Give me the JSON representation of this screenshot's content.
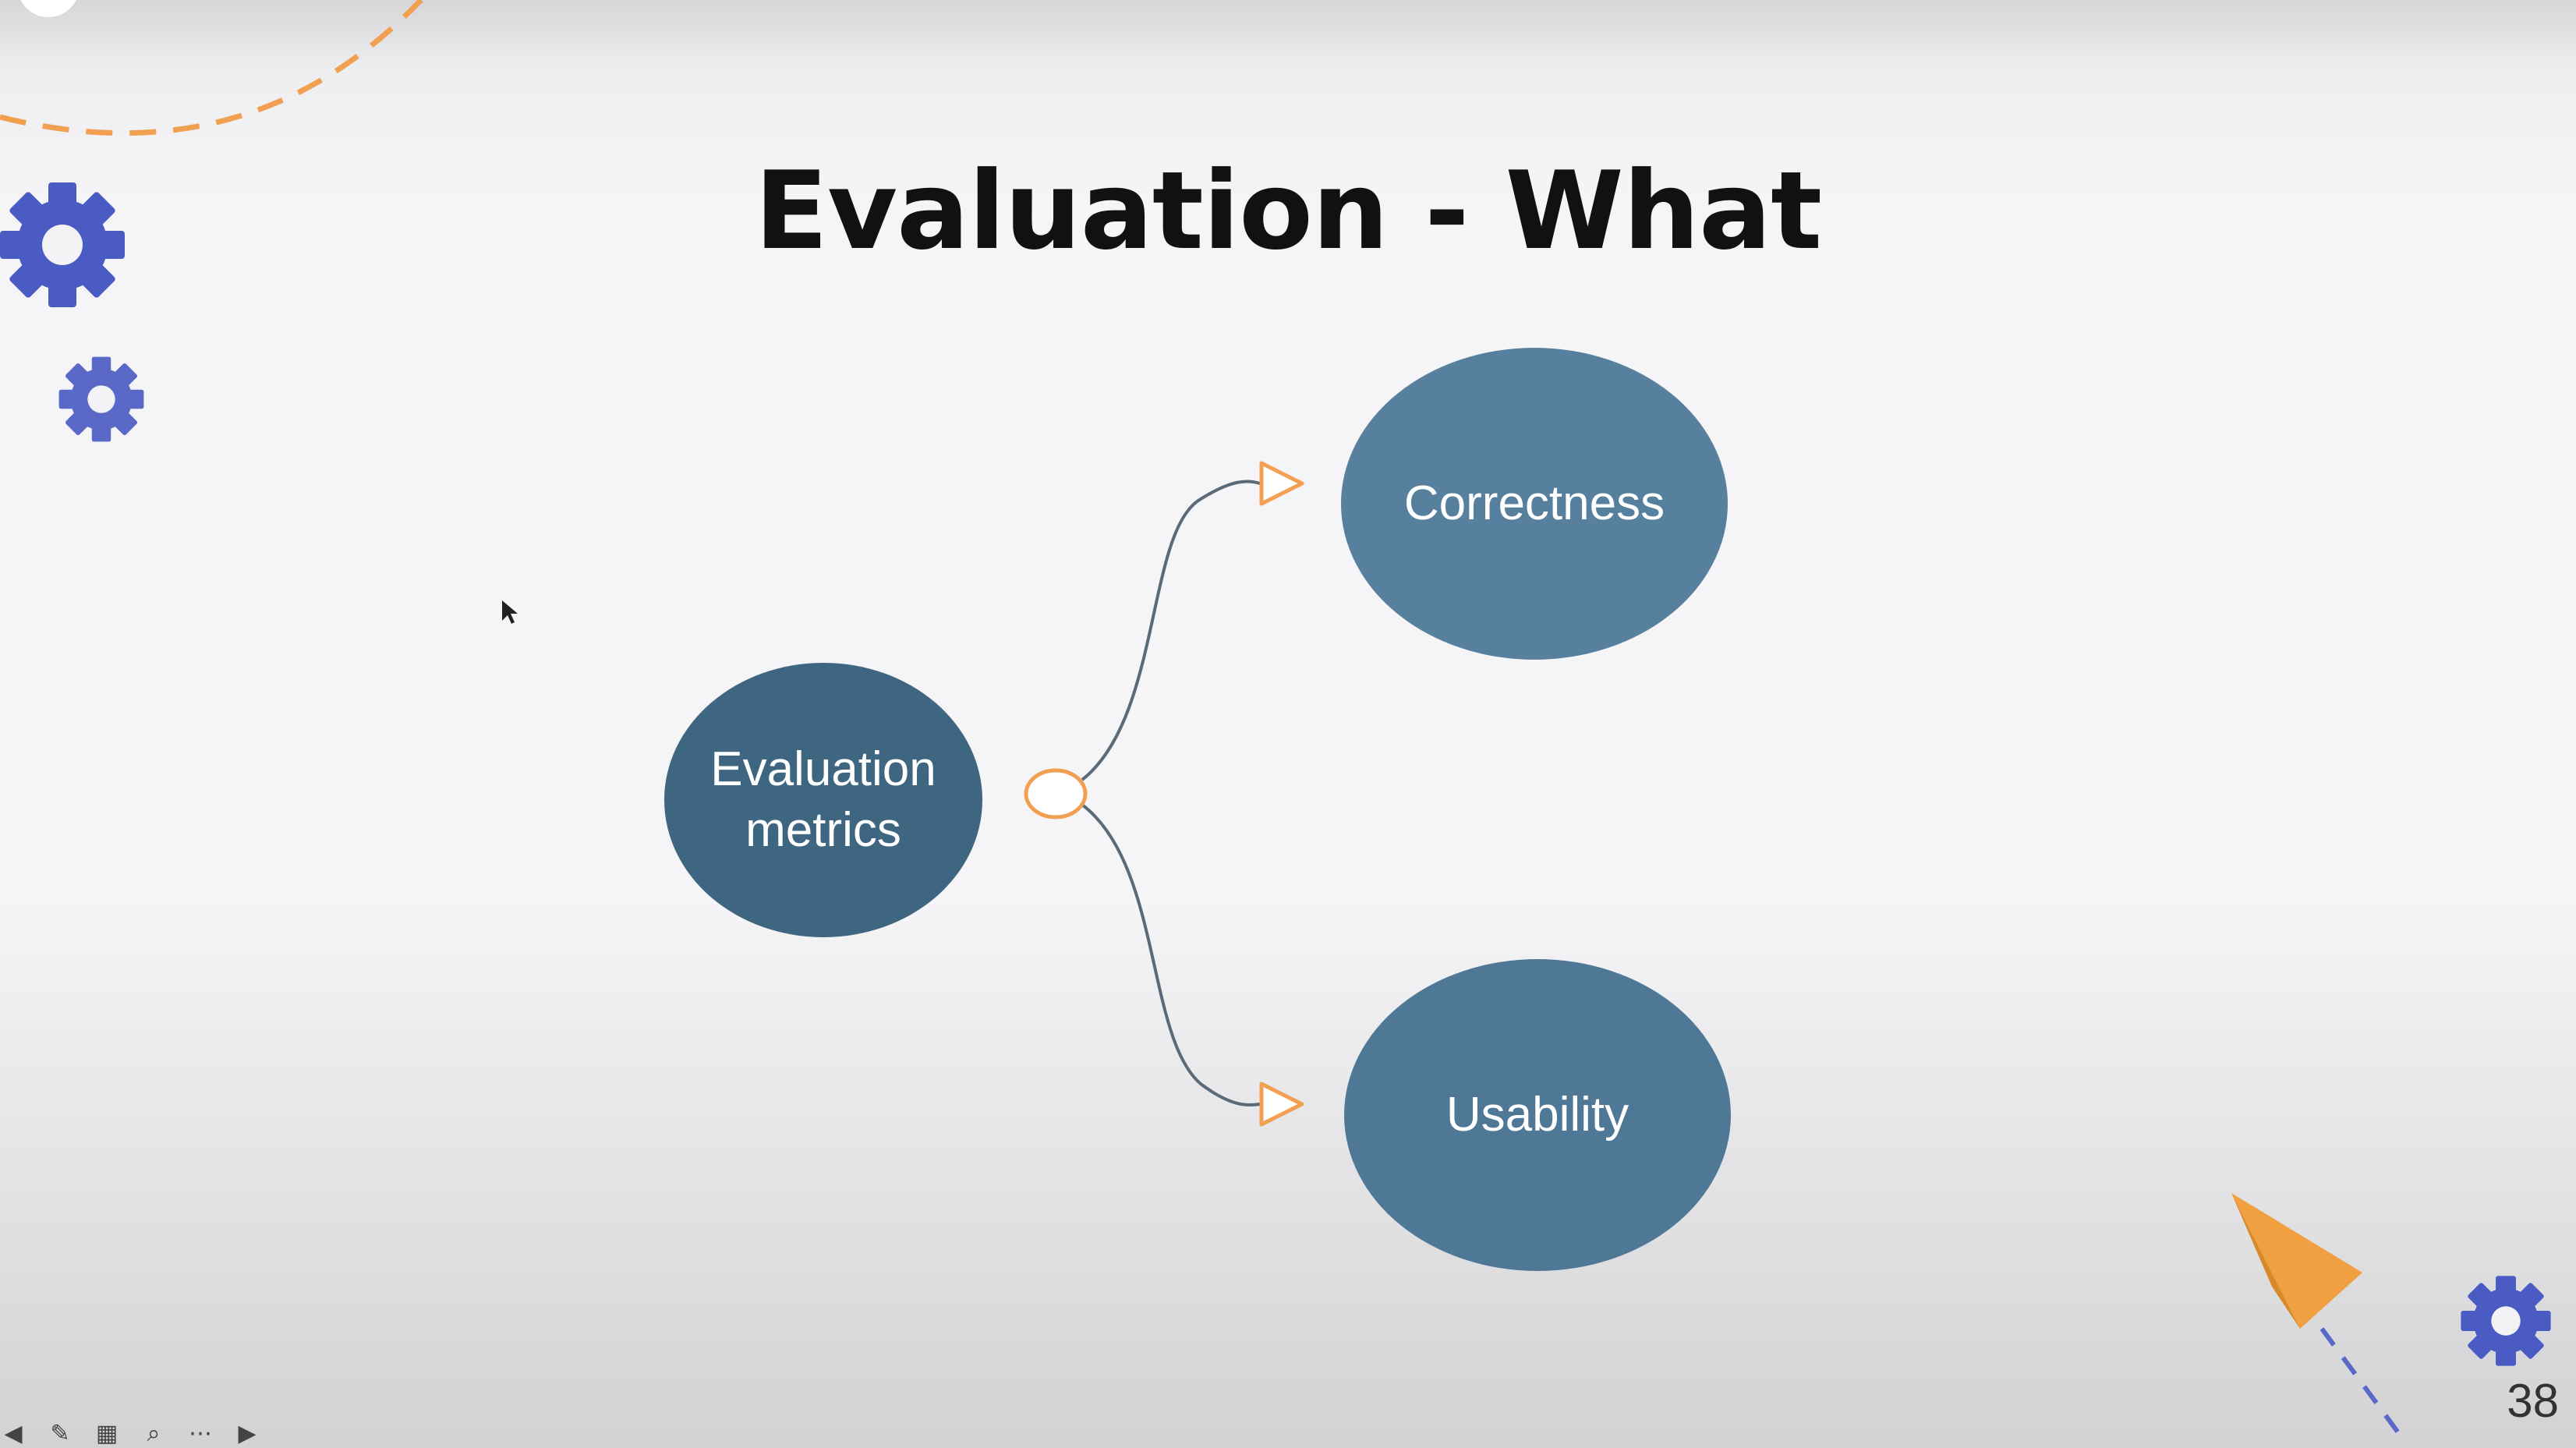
{
  "slide": {
    "title": "Evaluation - What",
    "page_number": "38"
  },
  "diagram": {
    "root": {
      "label": "Evaluation metrics",
      "color": "#3e6680"
    },
    "children": [
      {
        "label": "Correctness",
        "color": "#56809e"
      },
      {
        "label": "Usability",
        "color": "#4f7896"
      }
    ],
    "connector_color": "#5a6a78",
    "arrow_color": "#f0a050"
  },
  "decorations": {
    "gear_icon": "gear-icon",
    "gear_color": "#4a5cc4",
    "arc_color": "#f0a050",
    "paper_plane_icon": "paper-plane-icon",
    "paper_plane_color": "#f0a040"
  },
  "toolbar": {
    "icons": [
      "back-icon",
      "pen-icon",
      "slides-icon",
      "zoom-icon",
      "options-icon",
      "forward-icon"
    ]
  }
}
